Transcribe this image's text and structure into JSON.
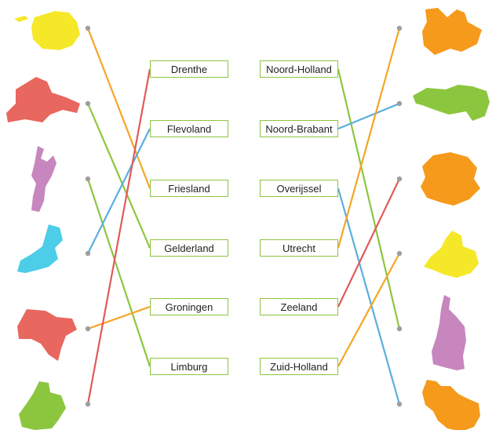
{
  "left_labels": [
    "Drenthe",
    "Flevoland",
    "Friesland",
    "Gelderland",
    "Groningen",
    "Limburg"
  ],
  "right_labels": [
    "Noord-Holland",
    "Noord-Brabant",
    "Overijssel",
    "Utrecht",
    "Zeeland",
    "Zuid-Holland"
  ],
  "left_shapes": [
    {
      "color": "#f5e829",
      "matches": "Friesland"
    },
    {
      "color": "#e8675e",
      "matches": "Gelderland"
    },
    {
      "color": "#c786be",
      "matches": "Limburg"
    },
    {
      "color": "#4ccde8",
      "matches": "Flevoland"
    },
    {
      "color": "#e8675e",
      "matches": "Groningen"
    },
    {
      "color": "#8cc63f",
      "matches": "Drenthe"
    }
  ],
  "right_shapes": [
    {
      "color": "#f59a1b",
      "matches": "Utrecht"
    },
    {
      "color": "#8cc63f",
      "matches": "Noord-Brabant"
    },
    {
      "color": "#f59a1b",
      "matches": "Zeeland"
    },
    {
      "color": "#f5e829",
      "matches": "Zuid-Holland"
    },
    {
      "color": "#c786be",
      "matches": "Noord-Holland"
    },
    {
      "color": "#f59a1b",
      "matches": "Overijssel"
    }
  ],
  "left_connections": [
    {
      "shape": 0,
      "label": 2,
      "color": "#f5a623"
    },
    {
      "shape": 1,
      "label": 3,
      "color": "#8cc63f"
    },
    {
      "shape": 2,
      "label": 5,
      "color": "#8cc63f"
    },
    {
      "shape": 3,
      "label": 1,
      "color": "#5aaee0"
    },
    {
      "shape": 4,
      "label": 4,
      "color": "#f5a623"
    },
    {
      "shape": 5,
      "label": 0,
      "color": "#e05a5a"
    }
  ],
  "right_connections": [
    {
      "label": 0,
      "shape": 4,
      "color": "#8cc63f"
    },
    {
      "label": 1,
      "shape": 1,
      "color": "#5aaee0"
    },
    {
      "label": 2,
      "shape": 5,
      "color": "#5aaee0"
    },
    {
      "label": 3,
      "shape": 0,
      "color": "#f5a623"
    },
    {
      "label": 4,
      "shape": 2,
      "color": "#e05a5a"
    },
    {
      "label": 5,
      "shape": 3,
      "color": "#f5a623"
    }
  ],
  "colors": {
    "box_border": "#8cc63f",
    "dot": "#9e9e9e"
  }
}
